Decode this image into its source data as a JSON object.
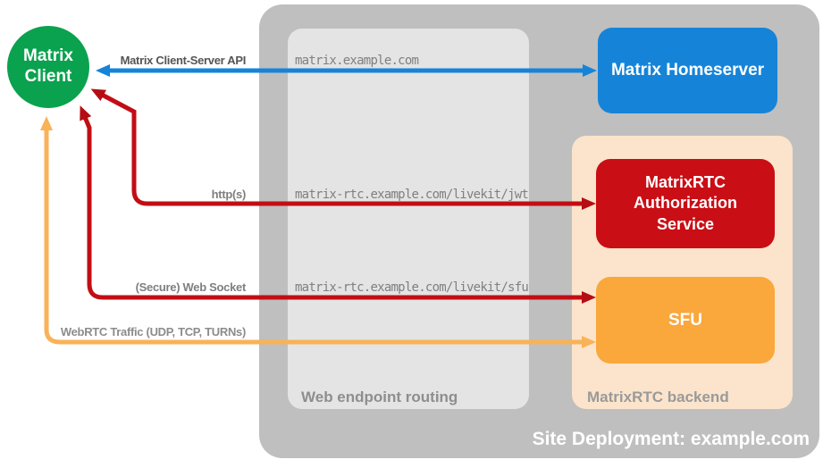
{
  "nodes": {
    "client": "Matrix Client",
    "homeserver": "Matrix Homeserver",
    "auth_service": "MatrixRTC Authorization Service",
    "sfu": "SFU"
  },
  "containers": {
    "site_deployment": "Site Deployment: example.com",
    "web_endpoint_routing": "Web endpoint routing",
    "matrixrtc_backend": "MatrixRTC backend"
  },
  "connections": [
    {
      "label": "Matrix Client-Server API",
      "endpoint": "matrix.example.com",
      "color": "#1584d8",
      "from": "Matrix Client",
      "to": "Matrix Homeserver",
      "bidirectional": true
    },
    {
      "label": "http(s)",
      "endpoint": "matrix-rtc.example.com/livekit/jwt",
      "color": "#c30d15",
      "from": "Matrix Client",
      "to": "MatrixRTC Authorization Service",
      "bidirectional": true
    },
    {
      "label": "(Secure) Web Socket",
      "endpoint": "matrix-rtc.example.com/livekit/sfu",
      "color": "#c30d15",
      "from": "Matrix Client",
      "to": "SFU",
      "bidirectional": true
    },
    {
      "label": "WebRTC Traffic (UDP, TCP, TURNs)",
      "endpoint": "",
      "color": "#f9b257",
      "from": "Matrix Client",
      "to": "SFU",
      "bidirectional": true
    }
  ],
  "colors": {
    "client_green": "#0aa24e",
    "homeserver_blue": "#1584d8",
    "auth_red": "#ca0e15",
    "sfu_orange": "#faa73c",
    "arrow_red": "#c30d15",
    "arrow_orange": "#f9b257",
    "site_gray": "#bfbfbf",
    "routing_gray": "#e4e4e4",
    "backend_peach": "#fbe4cb"
  }
}
